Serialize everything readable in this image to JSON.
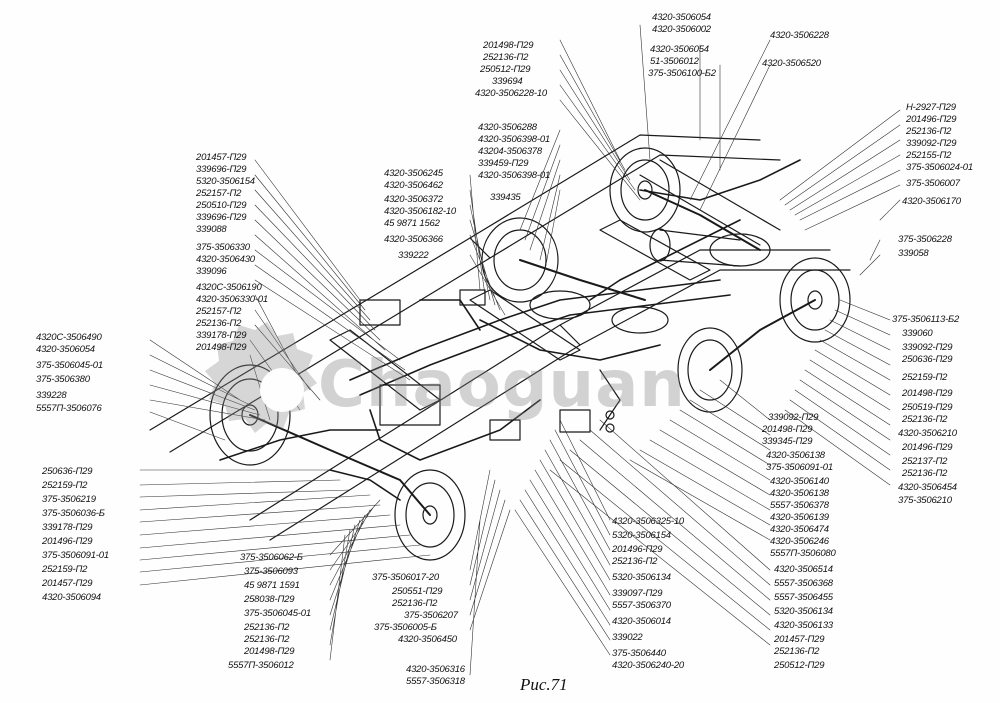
{
  "figure": {
    "caption": "Рис.71"
  },
  "watermark": {
    "text": "Chaoguan"
  },
  "labels": {
    "top": [
      "4320-3506054",
      "4320-3506002",
      "201498-П29",
      "252136-П2",
      "4320-3506054",
      "51-3506012",
      "250512-П29",
      "375-3506100-Б2",
      "339694",
      "4320-3506228-10",
      "4320-3506228",
      "4320-3506520"
    ],
    "left": [
      "201457-П29",
      "339696-П29",
      "5320-3506154",
      "252157-П2",
      "250510-П29",
      "339696-П29",
      "339088",
      "375-3506330",
      "4320-3506430",
      "339096",
      "4320С-3506190",
      "4320-3506330-01",
      "252157-П2",
      "252136-П2",
      "339178-П29",
      "201498-П29",
      "4320С-3506490",
      "4320-3506054",
      "375-3506045-01",
      "375-3506380",
      "339228",
      "5557П-3506076"
    ],
    "left_lower": [
      "250636-П29",
      "252159-П2",
      "375-3506219",
      "375-3506036-Б",
      "339178-П29",
      "201496-П29",
      "375-3506091-01",
      "252159-П2",
      "201457-П29",
      "4320-3506094"
    ],
    "center": [
      "4320-3506288",
      "4320-3506398-01",
      "43204-3506378",
      "339459-П29",
      "4320-3506398-01",
      "339435",
      "4320-3506245",
      "4320-3506462",
      "4320-3506372",
      "4320-3506182-10",
      "45 9871 1562",
      "4320-3506366",
      "339222"
    ],
    "right": [
      "Н-2927-П29",
      "201496-П29",
      "252136-П2",
      "339092-П29",
      "252155-П2",
      "375-3506024-01",
      "375-3506007",
      "4320-3506170",
      "375-3506228",
      "339058",
      "375-3506113-Б2",
      "339060",
      "339092-П29",
      "250636-П29",
      "252159-П2",
      "201498-П29",
      "250519-П29",
      "252136-П2",
      "4320-3506210",
      "201496-П29",
      "252137-П2",
      "252136-П2",
      "4320-3506454",
      "375-3506210"
    ],
    "right_mid": [
      "339092-П29",
      "201498-П29",
      "339345-П29",
      "4320-3506138",
      "375-3506091-01",
      "4320-3506140",
      "4320-3506138",
      "5557-3506378",
      "4320-3506139",
      "4320-3506474",
      "4320-3506246",
      "5557П-3506080"
    ],
    "bottom_left": [
      "375-3506062-Б",
      "375-3506093",
      "45 9871 1591",
      "258038-П29",
      "375-3506045-01",
      "252136-П2",
      "252136-П2",
      "201498-П29",
      "5557П-3506012"
    ],
    "bottom_center": [
      "375-3506017-20",
      "250551-П29",
      "252136-П2",
      "375-3506207",
      "375-3506005-Б",
      "4320-3506450",
      "4320-3506316",
      "5557-3506318"
    ],
    "bottom_mid": [
      "4320-3506325-10",
      "5320-3506154",
      "201496-П29",
      "252136-П2",
      "5320-3506134",
      "339097-П29",
      "5557-3506370",
      "4320-3506014",
      "339022",
      "375-3506440",
      "4320-3506240-20"
    ],
    "bottom_right": [
      "4320-3506514",
      "5557-3506368",
      "5557-3506455",
      "5320-3506134",
      "4320-3506133",
      "201457-П29",
      "252136-П2",
      "250512-П29"
    ]
  }
}
